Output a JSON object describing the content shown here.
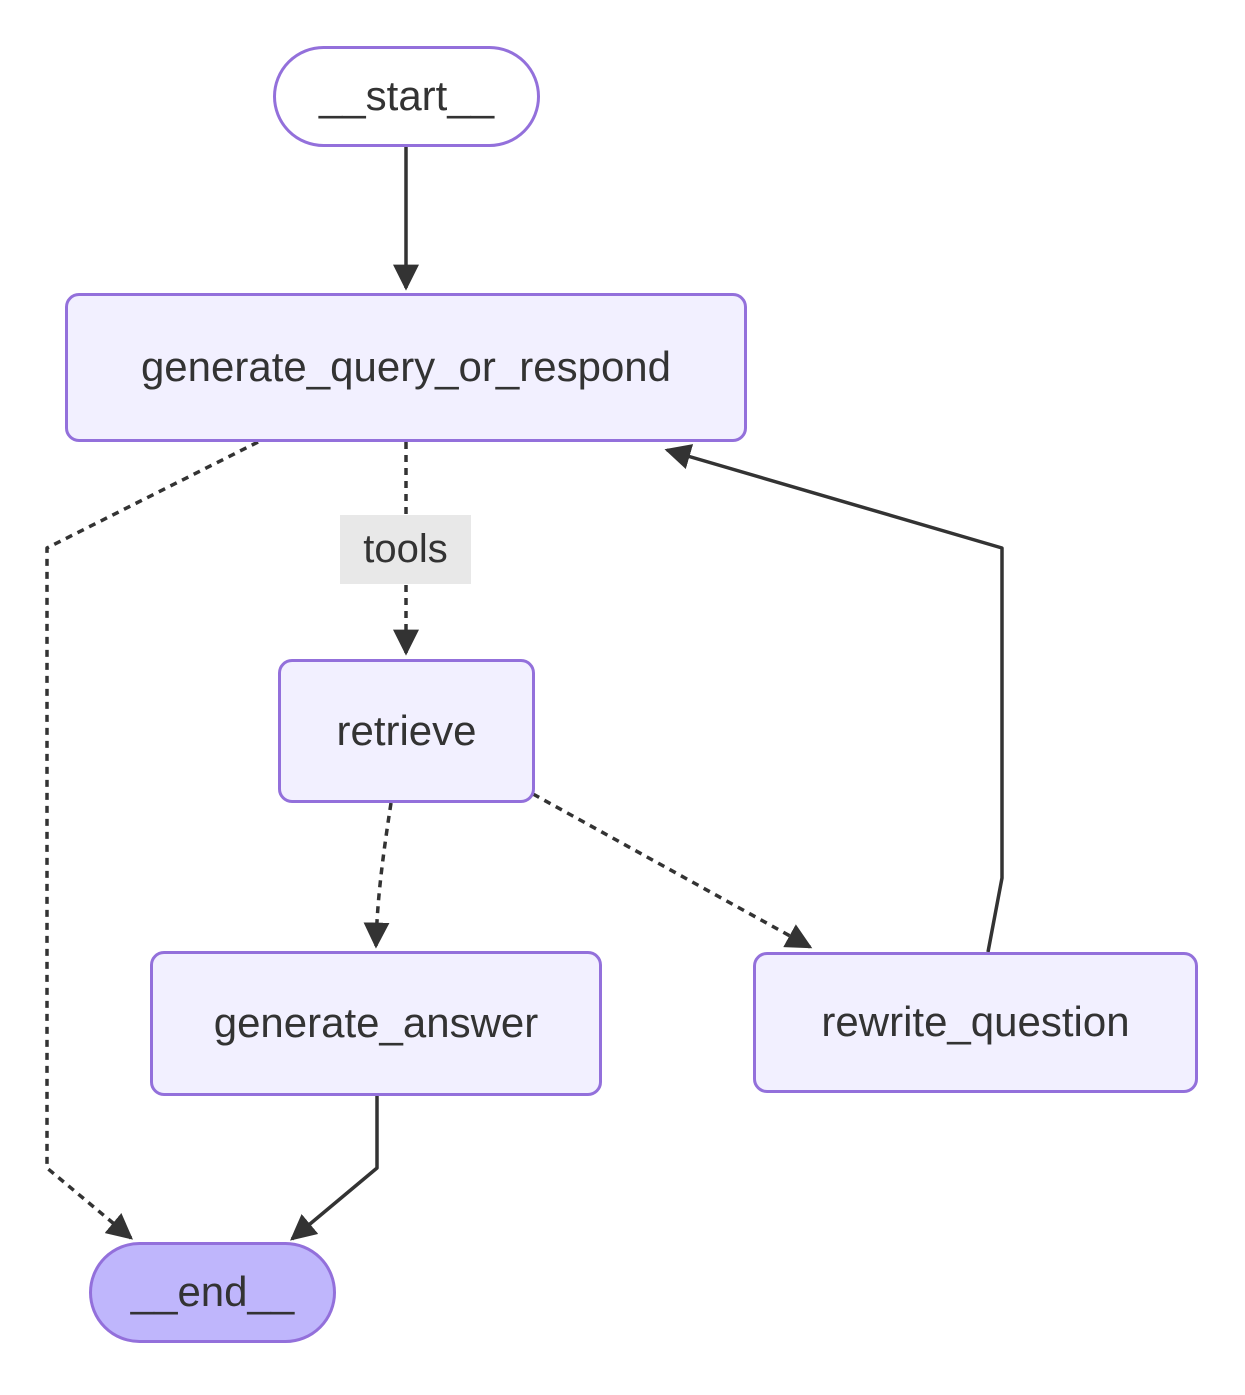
{
  "diagram": {
    "type": "flowchart",
    "direction": "top-down",
    "nodes": [
      {
        "id": "__start__",
        "label": "__start__",
        "shape": "stadium",
        "variant": "start"
      },
      {
        "id": "generate_query_or_respond",
        "label": "generate_query_or_respond",
        "shape": "rect",
        "variant": "default"
      },
      {
        "id": "retrieve",
        "label": "retrieve",
        "shape": "rect",
        "variant": "default"
      },
      {
        "id": "generate_answer",
        "label": "generate_answer",
        "shape": "rect",
        "variant": "default"
      },
      {
        "id": "rewrite_question",
        "label": "rewrite_question",
        "shape": "rect",
        "variant": "default"
      },
      {
        "id": "__end__",
        "label": "__end__",
        "shape": "stadium",
        "variant": "end"
      }
    ],
    "edges": [
      {
        "from": "__start__",
        "to": "generate_query_or_respond",
        "style": "solid",
        "label": ""
      },
      {
        "from": "generate_query_or_respond",
        "to": "retrieve",
        "style": "dashed",
        "label": "tools"
      },
      {
        "from": "generate_query_or_respond",
        "to": "__end__",
        "style": "dashed",
        "label": ""
      },
      {
        "from": "retrieve",
        "to": "generate_answer",
        "style": "dashed",
        "label": ""
      },
      {
        "from": "retrieve",
        "to": "rewrite_question",
        "style": "dashed",
        "label": ""
      },
      {
        "from": "rewrite_question",
        "to": "generate_query_or_respond",
        "style": "solid",
        "label": ""
      },
      {
        "from": "generate_answer",
        "to": "__end__",
        "style": "solid",
        "label": ""
      }
    ],
    "colors": {
      "background": "#ffffff",
      "node_fill": "#f2f0ff",
      "node_border": "#9370db",
      "start_fill": "#ffffff",
      "end_fill": "#bfb6fc",
      "text": "#333333",
      "edge": "#333333",
      "edge_label_bg": "#e8e8e8"
    }
  }
}
